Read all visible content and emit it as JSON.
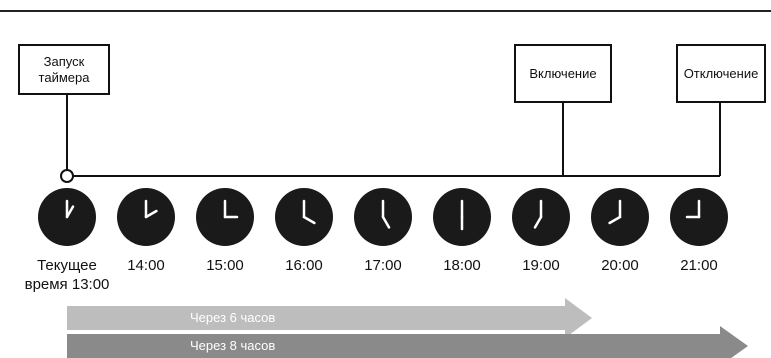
{
  "boxes": {
    "start": "Запуск\nтаймера",
    "on": "Включение",
    "off": "Отключение"
  },
  "clocks": [
    {
      "label": "Текущее\nвремя 13:00",
      "hour": 1
    },
    {
      "label": "14:00",
      "hour": 2
    },
    {
      "label": "15:00",
      "hour": 3
    },
    {
      "label": "16:00",
      "hour": 4
    },
    {
      "label": "17:00",
      "hour": 5
    },
    {
      "label": "18:00",
      "hour": 6
    },
    {
      "label": "19:00",
      "hour": 7
    },
    {
      "label": "20:00",
      "hour": 8
    },
    {
      "label": "21:00",
      "hour": 9
    }
  ],
  "arrows": {
    "six": "Через 6 часов",
    "eight": "Через 8 часов"
  },
  "colors": {
    "clock_face": "#1a1a1a",
    "arrow_light": "#bdbdbd",
    "arrow_dark": "#8a8a8a"
  }
}
